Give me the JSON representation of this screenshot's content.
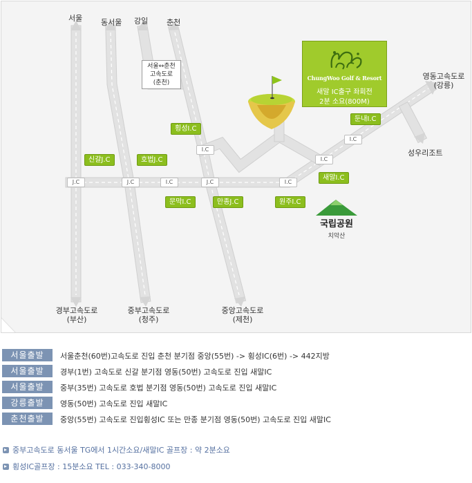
{
  "map": {
    "cities": {
      "seoul": "서울",
      "dong_seoul": "동서울",
      "gangil": "강일",
      "chuncheon": "춘천",
      "yeongdong_gangneung": [
        "영동고속도로",
        "(강릉)"
      ],
      "gyeongbu_busan": [
        "경부고속도로",
        "(부산)"
      ],
      "jungbu_cheongju": [
        "중부고속도로",
        "(청주)"
      ],
      "jungang_jecheon": [
        "중앙고속도로",
        "(제천)"
      ],
      "sungwoo_resort": "성우리조트"
    },
    "note_box": [
      "서울↔춘천",
      "고속도로",
      "(춘천)"
    ],
    "golf": {
      "name": "ChungWoo Golf & Resort",
      "desc_line1": "새말 IC출구 좌회전",
      "desc_line2": "2분 소요(800M)",
      "color": "#a0cb2c"
    },
    "park": {
      "name": "국립공원",
      "sub": "치악산",
      "color": "#3a9a3a"
    },
    "nodes": {
      "jc1": "J.C",
      "jc2": "J.C",
      "ic_munmak": "I.C",
      "jc_manjong": "J.C",
      "ic_wonju": "I.C",
      "ic_hoengseong": "I.C",
      "ic_saemal": "I.C",
      "ic_dunnae": "I.C"
    },
    "labels": {
      "singal": "신갈J.C",
      "hobeop": "호법J.C",
      "munmak": "문막I.C",
      "manjong": "만종J.C",
      "wonju": "원주I.C",
      "hoengseong": "횡성I.C",
      "saemal": "새말I.C",
      "dunnae": "둔내I.C"
    },
    "label_color": "#8cbe1e",
    "road_color": "#e2e2e2"
  },
  "routes": [
    {
      "tag": "서울출발",
      "text": "서울춘천(60번)고속도로 진입 춘천 분기점 중앙(55번) -> 횡성IC(6번) -> 442지방"
    },
    {
      "tag": "서울출발",
      "text": "경부(1번) 고속도로 신갈 분기점 영동(50번) 고속도로 진입 새말IC"
    },
    {
      "tag": "서울출발",
      "text": "중부(35번) 고속도로 호법 분기점 영동(50번) 고속도로 진입 새말IC"
    },
    {
      "tag": "강릉출발",
      "text": "영동(50번) 고속도로 진입 새말IC"
    },
    {
      "tag": "춘천출발",
      "text": "중앙(55번) 고속도로 진입횡성IC 또는 만종 분기점 영동(50번) 고속도로 진입 새말IC"
    }
  ],
  "tag_color": "#7c93b3",
  "info": [
    "중부고속도로 동서울 TG에서 1시간소요/새말IC 골프장 : 약 2분소요",
    "횡성IC골프장 : 15분소요 TEL : 033-340-8000"
  ]
}
